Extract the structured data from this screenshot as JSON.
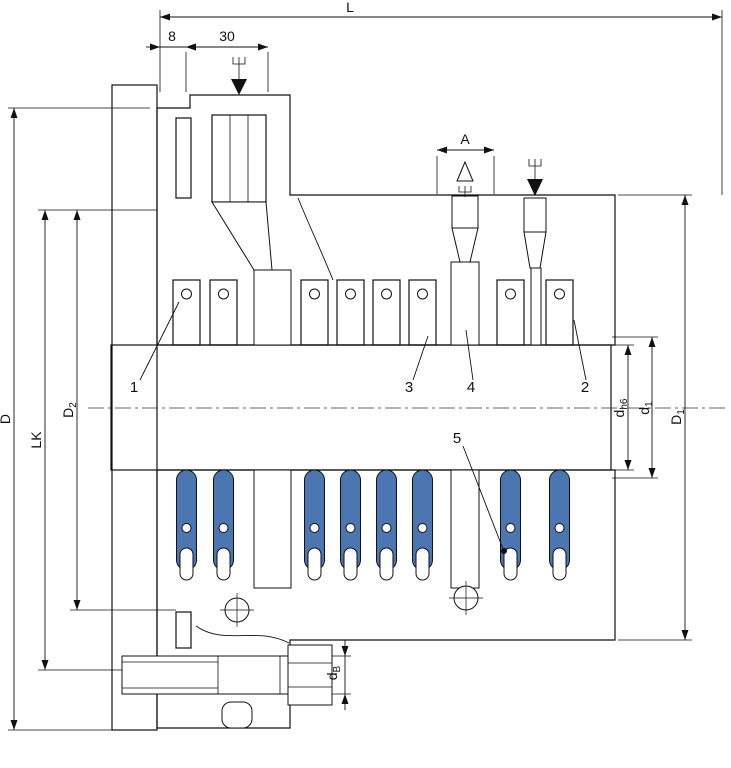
{
  "labels": {
    "L": "L",
    "w8": "8",
    "w30": "30",
    "A": "A",
    "D": "D",
    "LK": "LK",
    "D2_base": "D",
    "D2_sub": "2",
    "dh6_base": "d",
    "dh6_sub": "h6",
    "d1_base": "d",
    "d1_sub": "1",
    "D1_base": "D",
    "D1_sub": "1",
    "dB_base": "d",
    "dB_sub": "B"
  },
  "parts": {
    "p1": "1",
    "p2": "2",
    "p3": "3",
    "p4": "4",
    "p5": "5"
  },
  "colors": {
    "body": "#9aa1a9",
    "wall": "#f4f5f6",
    "packing": "#4c76b2",
    "packing_hatch_bg": "#5d85c3",
    "shaft": "#d9d9d9",
    "line": "#111111"
  }
}
